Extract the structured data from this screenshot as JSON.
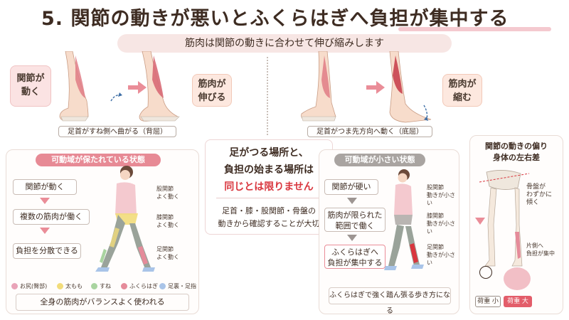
{
  "header": {
    "title": "5. 関節の動きが悪いとふくらはぎへ負担が集中する",
    "subtitle": "筋肉は関節の動きに合わせて伸び縮みします"
  },
  "top_row": {
    "left_box": "関節が\n動く",
    "stretch_box": "筋肉が\n伸びる",
    "shrink_box": "筋肉が\n縮む",
    "dorsiflexion_caption": "足首がすね側へ曲がる（背屈）",
    "plantarflexion_caption": "足首がつま先方向へ動く（底屈）"
  },
  "left_panel": {
    "pill": "可動域が保たれている状態",
    "flow": [
      "関節が動く",
      "複数の筋肉が働く",
      "負担を分散できる"
    ],
    "notes": [
      "股関節\nよく動く",
      "膝関節\nよく動く",
      "足関節\nよく動く"
    ],
    "legend": [
      {
        "label": "お尻(臀部)",
        "color": "#e9a3b8"
      },
      {
        "label": "太もも",
        "color": "#f2dc7a"
      },
      {
        "label": "すね",
        "color": "#a9d4a0"
      },
      {
        "label": "ふくらはぎ",
        "color": "#e58b9a"
      },
      {
        "label": "足裏・足指",
        "color": "#a9c4e8"
      }
    ],
    "bottom": "全身の筋肉がバランスよく使われる"
  },
  "center": {
    "line1": "足がつる場所と、",
    "line2": "負担の始まる場所は",
    "line3": "同じとは限りません",
    "line4": "足首・膝・股関節・骨盤の",
    "line5": "動きから確認することが大切"
  },
  "mid_panel": {
    "pill": "可動域が小さい状態",
    "flow": [
      "関節が硬い",
      "筋肉が限られた\n範囲で働く",
      "ふくらはぎへ\n負担が集中する"
    ],
    "notes": [
      "股関節\n動きが小さい",
      "膝関節\n動きが小さい",
      "足関節\n動きが小さい"
    ],
    "bottom": "ふくらはぎで強く踏ん張る歩き方になる"
  },
  "right_panel": {
    "title": "関節の動きの偏り\n身体の左右差",
    "note1": "骨盤が\nわずかに\n傾く",
    "note2": "片側へ\n負担が集中",
    "load_small": "荷重 小",
    "load_large": "荷重 大"
  },
  "colors": {
    "accent_pink": "#ea8d98",
    "accent_red": "#d9363e",
    "calf": "#e58b9a",
    "grey_pill": "#a9a4a1"
  }
}
